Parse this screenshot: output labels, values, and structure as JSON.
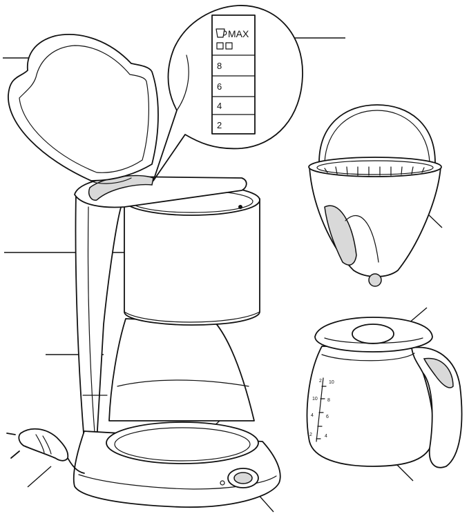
{
  "level_window": {
    "max_label": "MAX",
    "marks": [
      "8",
      "6",
      "4",
      "2"
    ]
  },
  "jug_scale": {
    "left": [
      "2",
      "10",
      "4",
      "2"
    ],
    "right": [
      "10",
      "8",
      "6",
      "4"
    ]
  }
}
